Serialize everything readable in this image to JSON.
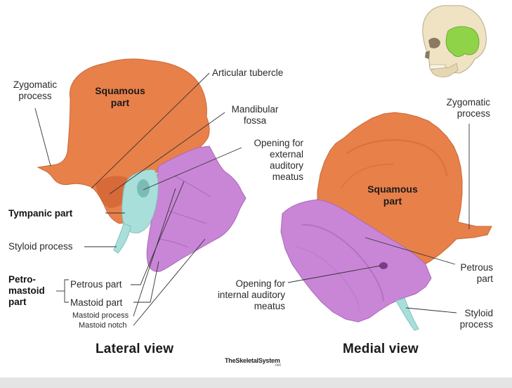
{
  "views": {
    "lateral": "Lateral view",
    "medial": "Medial view"
  },
  "lateral_labels": {
    "zygomatic_process": "Zygomatic\nprocess",
    "squamous_part": "Squamous\npart",
    "articular_tubercle": "Articular tubercle",
    "mandibular_fossa": "Mandibular\nfossa",
    "opening_external": "Opening for\nexternal\nauditory\nmeatus",
    "tympanic_part": "Tympanic part",
    "styloid_process": "Styloid process",
    "petromastoid_part": "Petro-\nmastoid\npart",
    "petrous_part": "Petrous part",
    "mastoid_part": "Mastoid part",
    "mastoid_process": "Mastoid process",
    "mastoid_notch": "Mastoid notch"
  },
  "medial_labels": {
    "zygomatic_process": "Zygomatic\nprocess",
    "squamous_part": "Squamous\npart",
    "petrous_part": "Petrous\npart",
    "opening_internal": "Opening for\ninternal auditory\nmeatus",
    "styloid_process": "Styloid\nprocess"
  },
  "logo": {
    "name": "TheSkeletalSystem",
    "suffix": ".net"
  },
  "colors": {
    "squamous": "#e8804a",
    "petromastoid": "#c986d6",
    "tympanic": "#a9dfdb",
    "skull_highlight": "#8fd448",
    "skull": "#efe3c4"
  }
}
